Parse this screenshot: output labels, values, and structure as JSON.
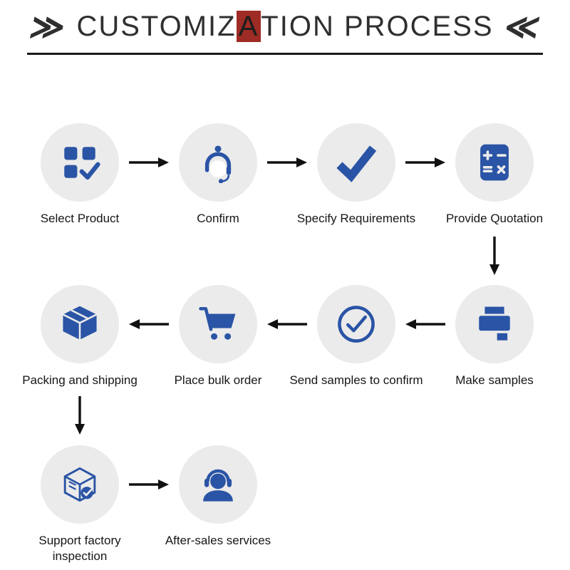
{
  "title": {
    "left_mark": "≫",
    "prefix": "CUSTOMIZ",
    "highlight": "A",
    "suffix": "TION PROCESS",
    "right_mark": "≪"
  },
  "colors": {
    "icon_blue": "#2a54a5",
    "circle_bg": "#ebebeb",
    "arrow_black": "#111111",
    "title_text": "#2f2f2f",
    "highlight_red": "#9e2b25"
  },
  "steps": [
    {
      "label": "Select Product",
      "icon": "select-product-icon"
    },
    {
      "label": "Confirm",
      "icon": "customer-service-icon"
    },
    {
      "label": "Specify Requirements",
      "icon": "checkmark-icon"
    },
    {
      "label": "Provide Quotation",
      "icon": "calculator-icon"
    },
    {
      "label": "Make samples",
      "icon": "printer-icon"
    },
    {
      "label": "Send samples to confirm",
      "icon": "circle-check-icon"
    },
    {
      "label": "Place bulk order",
      "icon": "shopping-cart-icon"
    },
    {
      "label": "Packing and shipping",
      "icon": "package-box-icon"
    },
    {
      "label": "Support factory inspection",
      "icon": "factory-inspection-icon"
    },
    {
      "label": "After-sales services",
      "icon": "headset-support-icon"
    }
  ]
}
